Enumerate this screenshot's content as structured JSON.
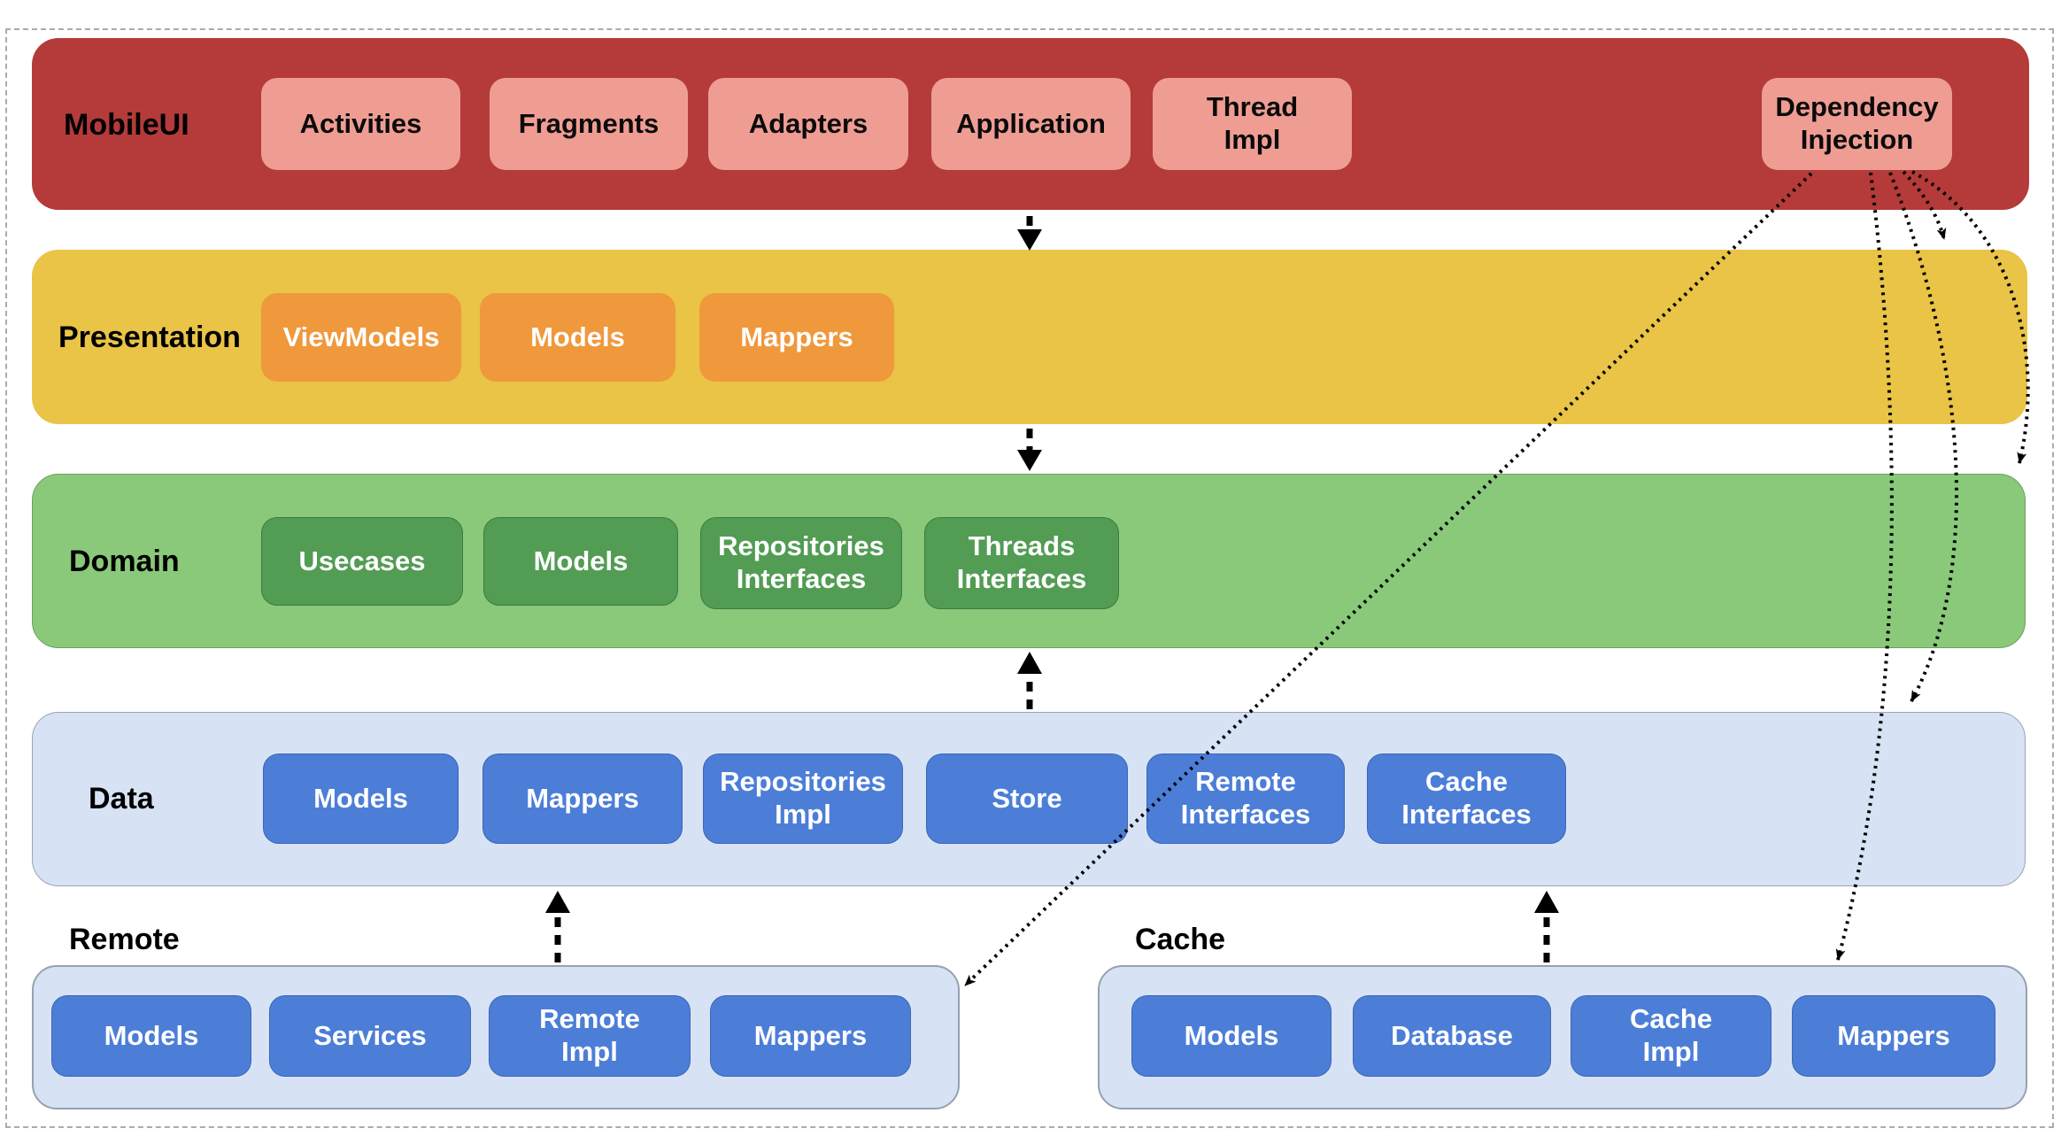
{
  "layers": {
    "mobileui": {
      "label": "MobileUI",
      "boxes": [
        "Activities",
        "Fragments",
        "Adapters",
        "Application",
        "Thread\nImpl",
        "Dependency\nInjection"
      ]
    },
    "presentation": {
      "label": "Presentation",
      "boxes": [
        "ViewModels",
        "Models",
        "Mappers"
      ]
    },
    "domain": {
      "label": "Domain",
      "boxes": [
        "Usecases",
        "Models",
        "Repositories\nInterfaces",
        "Threads\nInterfaces"
      ]
    },
    "data": {
      "label": "Data",
      "boxes": [
        "Models",
        "Mappers",
        "Repositories\nImpl",
        "Store",
        "Remote\nInterfaces",
        "Cache\nInterfaces"
      ]
    },
    "remote": {
      "label": "Remote",
      "boxes": [
        "Models",
        "Services",
        "Remote\nImpl",
        "Mappers"
      ]
    },
    "cache": {
      "label": "Cache",
      "boxes": [
        "Models",
        "Database",
        "Cache\nImpl",
        "Mappers"
      ]
    }
  },
  "connections": [
    {
      "from": "MobileUI",
      "to": "Presentation",
      "style": "dashed-arrow-down"
    },
    {
      "from": "Presentation",
      "to": "Domain",
      "style": "dashed-arrow-down"
    },
    {
      "from": "Data",
      "to": "Domain",
      "style": "dashed-arrow-up"
    },
    {
      "from": "Remote",
      "to": "Data",
      "style": "dashed-arrow-up"
    },
    {
      "from": "Cache",
      "to": "Data",
      "style": "dashed-arrow-up"
    },
    {
      "from": "Dependency Injection",
      "to": "Presentation",
      "style": "dotted-arrow"
    },
    {
      "from": "Dependency Injection",
      "to": "Domain",
      "style": "dotted-arrow"
    },
    {
      "from": "Dependency Injection",
      "to": "Data",
      "style": "dotted-arrow"
    },
    {
      "from": "Dependency Injection",
      "to": "Cache",
      "style": "dotted-arrow"
    },
    {
      "from": "Dependency Injection",
      "to": "Remote",
      "style": "dotted-arrow"
    }
  ],
  "colors": {
    "mobileui_band": "#B43B39",
    "mobileui_box": "#EF9D93",
    "presentation_band": "#E9C446",
    "presentation_box": "#F0983C",
    "domain_band": "#8AC97A",
    "domain_box": "#529C54",
    "data_band": "#D7E3F4",
    "data_box": "#4C7ED8",
    "arrow": "#000000"
  }
}
